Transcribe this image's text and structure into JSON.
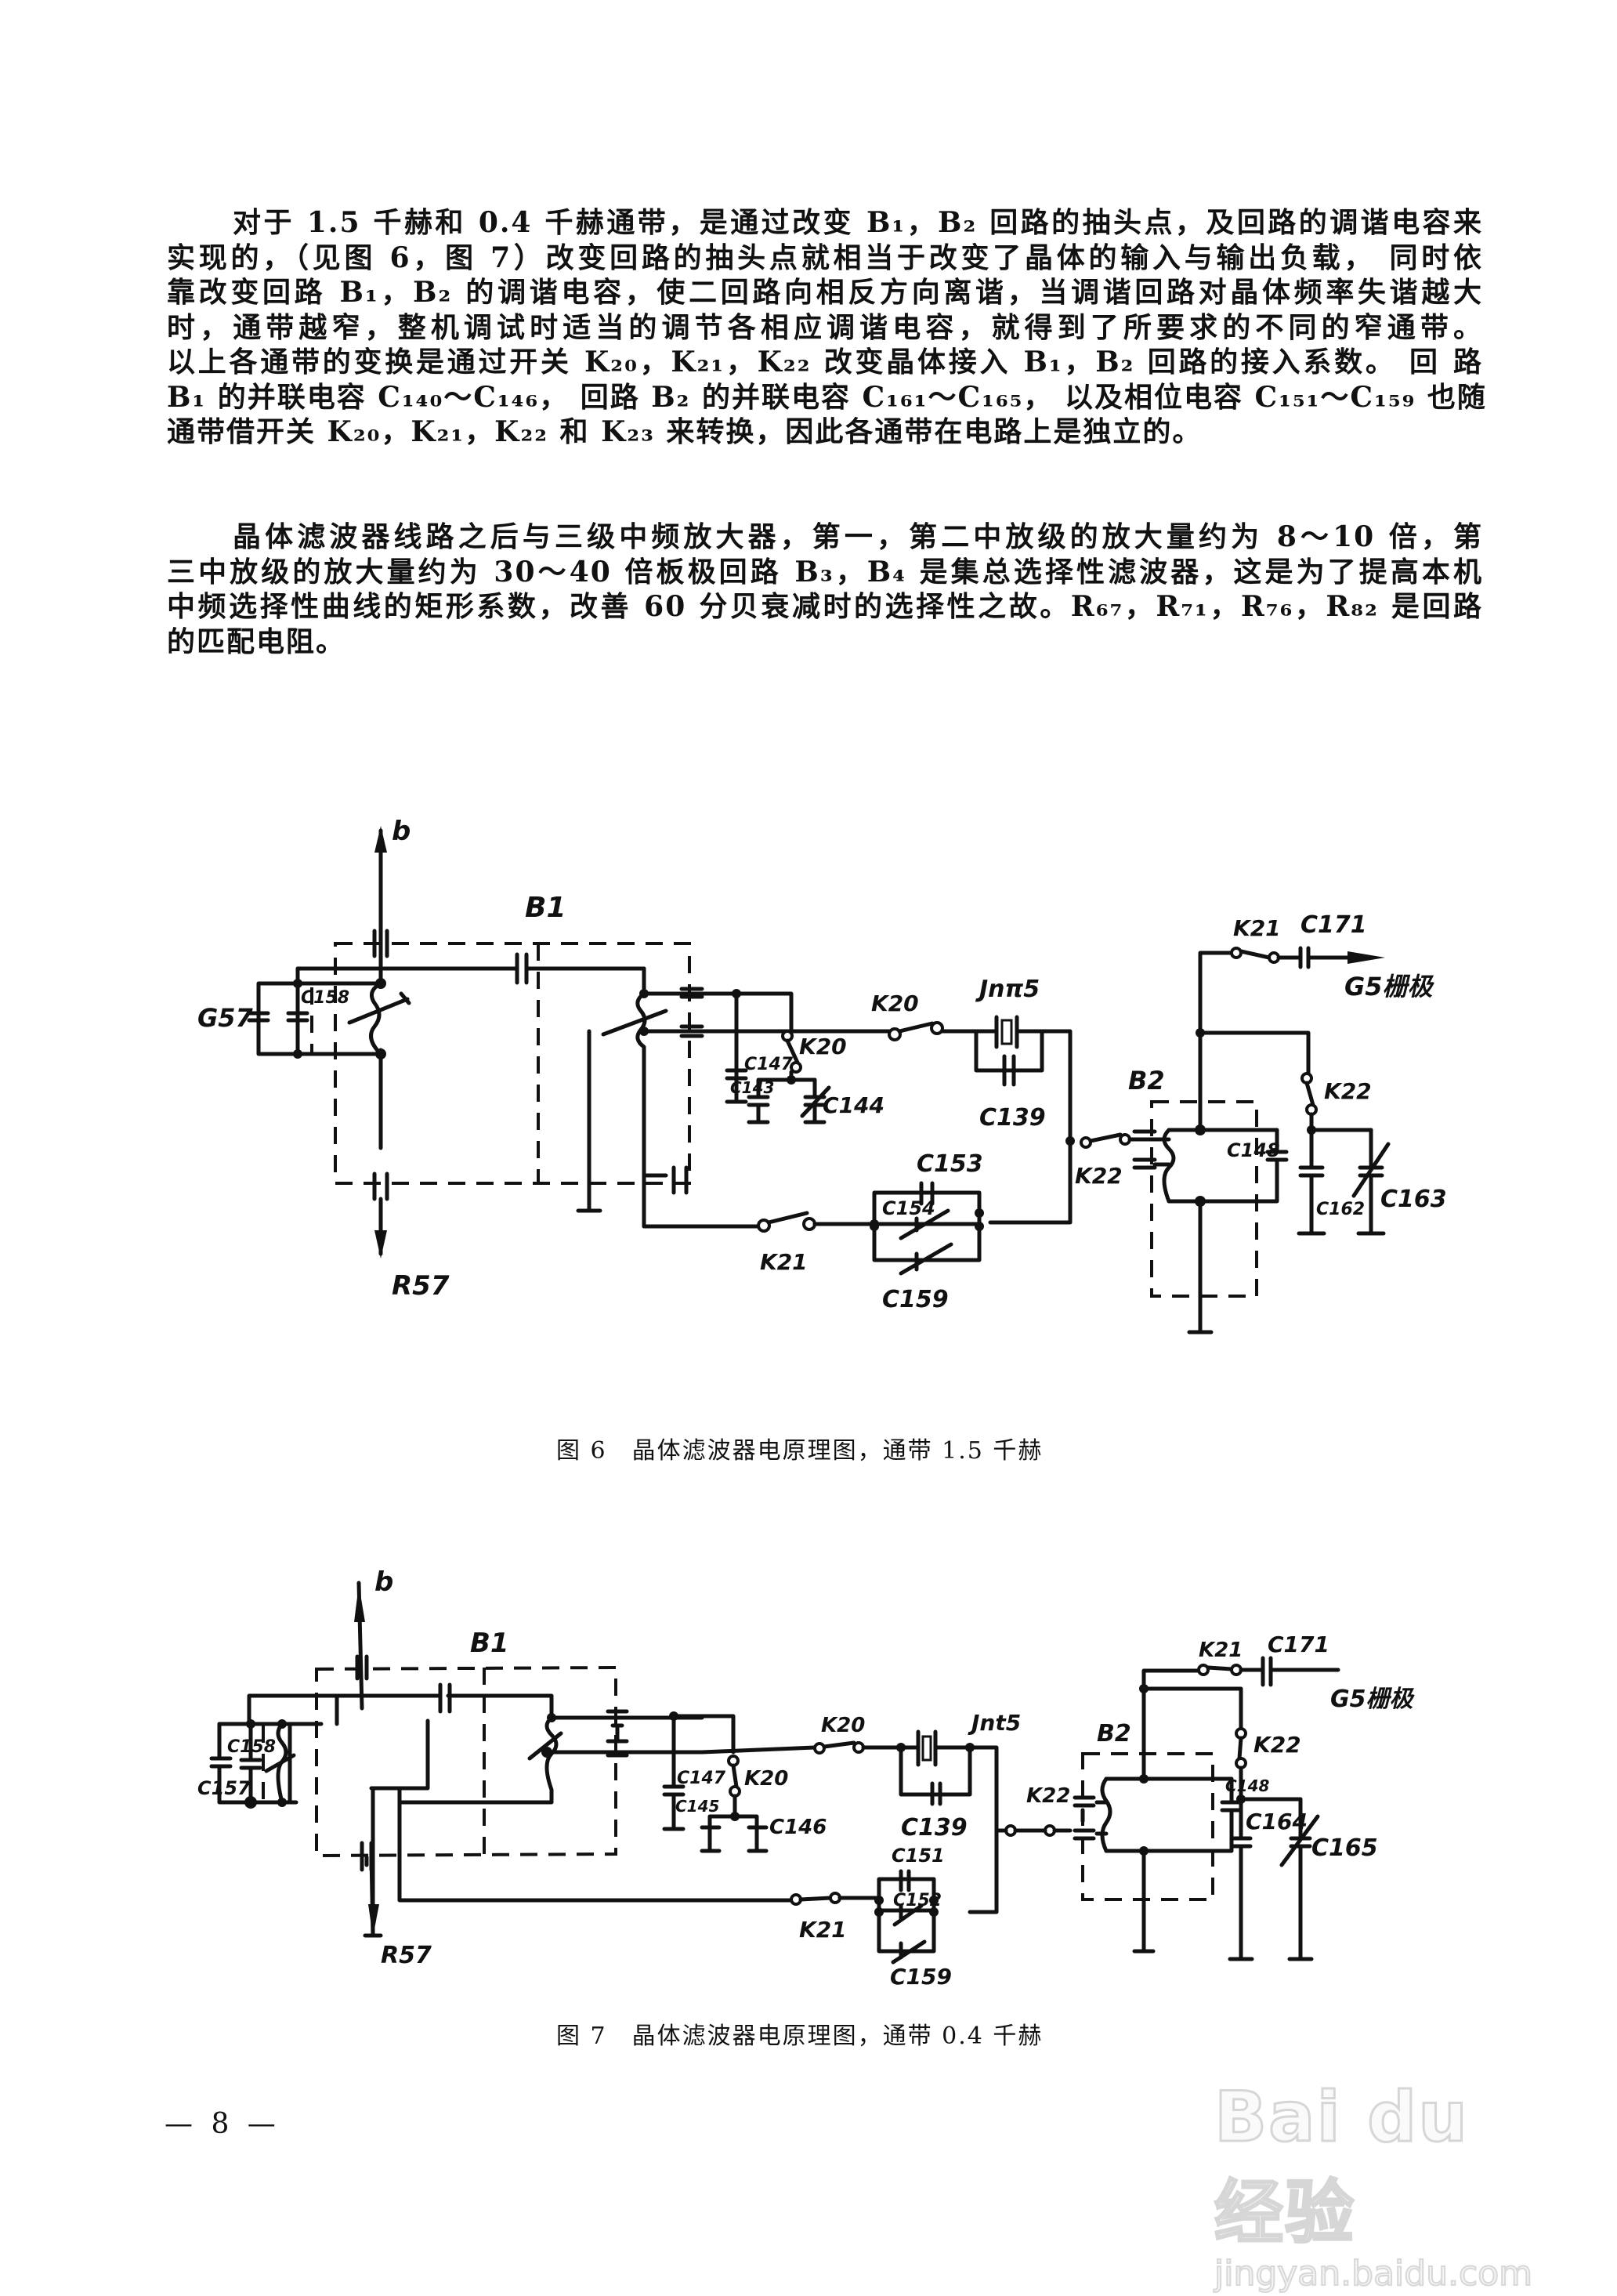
{
  "document": {
    "paragraphs": [
      {
        "lines": [
          "对于 1.5 千赫和 0.4 千赫通带，是通过改变 B₁，B₂ 回路的抽头点，及回路的调谐电容来",
          "实现的，（见图 6，图 7）改变回路的抽头点就相当于改变了晶体的输入与输出负载， 同时依",
          "靠改变回路 B₁，B₂ 的调谐电容，使二回路向相反方向离谐，当调谐回路对晶体频率失谐越大",
          "时，通带越窄，整机调试时适当的调节各相应调谐电容，就得到了所要求的不同的窄通带。",
          "以上各通带的变换是通过开关 K₂₀，K₂₁，K₂₂ 改变晶体接入 B₁，B₂ 回路的接入系数。 回 路",
          "B₁ 的并联电容 C₁₄₀～C₁₄₆， 回路 B₂ 的并联电容 C₁₆₁～C₁₆₅， 以及相位电容 C₁₅₁～C₁₅₉ 也随",
          "通带借开关 K₂₀，K₂₁，K₂₂ 和 K₂₃ 来转换，因此各通带在电路上是独立的。"
        ]
      },
      {
        "lines": [
          "晶体滤波器线路之后与三级中频放大器，第一，第二中放级的放大量约为 8～10 倍，第",
          "三中放级的放大量约为 30～40 倍板极回路 B₃，B₄ 是集总选择性滤波器，这是为了提高本机",
          "中频选择性曲线的矩形系数，改善 60 分贝衰减时的选择性之故。R₆₇，R₇₁，R₇₆，R₈₂ 是回路",
          "的匹配电阻。"
        ]
      }
    ],
    "figures": [
      {
        "caption": "图 6　晶体滤波器电原理图，通带 1.5 千赫",
        "labels": {
          "b": "b",
          "B1": "B1",
          "G57": "G57",
          "C158": "C158",
          "R57": "R57",
          "C147": "C147",
          "C143": "C143",
          "K20_a": "K20",
          "K20_b": "K20",
          "C144": "C144",
          "Jnt5": "Jnπ5",
          "C139": "C139",
          "C153": "C153",
          "C154": "C154",
          "C159": "C159",
          "K21_a": "K21",
          "K22_a": "K22",
          "B2": "B2",
          "C148": "C148",
          "K21_b": "K21",
          "C171": "C171",
          "G5": "G5栅极",
          "K22_b": "K22",
          "C162": "C162",
          "C163": "C163"
        }
      },
      {
        "caption": "图 7　晶体滤波器电原理图，通带 0.4 千赫",
        "labels": {
          "b": "b",
          "B1": "B1",
          "C157": "C157",
          "C158": "C158",
          "R57": "R57",
          "C147": "C147",
          "C145": "C145",
          "K20_a": "K20",
          "K20_b": "K20",
          "C146": "C146",
          "Jnt5": "Jnt5",
          "C139": "C139",
          "C151": "C151",
          "C152": "C152",
          "C159": "C159",
          "K21_a": "K21",
          "K22_a": "K22",
          "B2": "B2",
          "C148": "C148",
          "K21_b": "K21",
          "C171": "C171",
          "G5": "G5栅极",
          "K22_b": "K22",
          "C164": "C164",
          "C165": "C165"
        }
      }
    ],
    "page_number": "— 8 —"
  },
  "watermark": {
    "brand": "Bai du 经验",
    "url": "jingyan.baidu.com"
  }
}
